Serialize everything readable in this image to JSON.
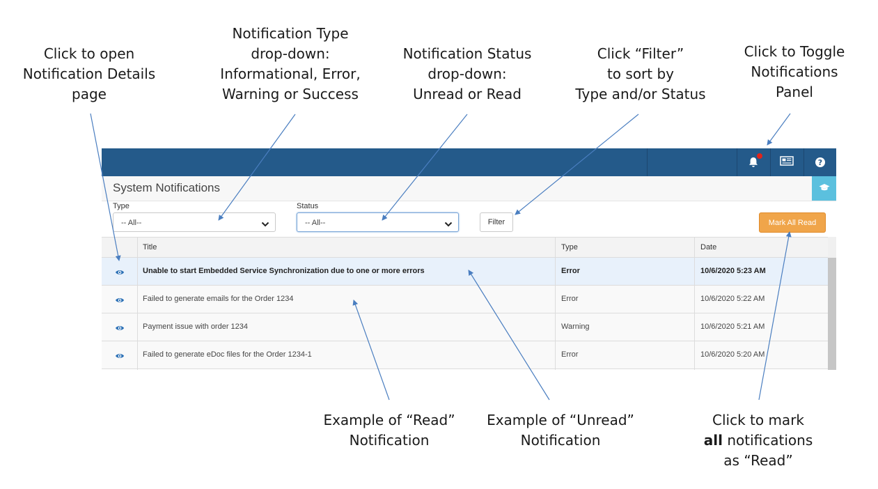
{
  "callouts": {
    "details": [
      "Click to open",
      "Notification Details",
      "page"
    ],
    "type": [
      "Notification Type",
      "drop-down:",
      "Informational, Error,",
      "Warning or Success"
    ],
    "status": [
      "Notification Status",
      "drop-down:",
      "Unread or Read"
    ],
    "filter": [
      "Click “Filter”",
      "to sort by",
      "Type and/or Status"
    ],
    "toggle": [
      "Click to Toggle",
      "Notifications",
      "Panel"
    ],
    "read_example": [
      "Example of “Read”",
      "Notification"
    ],
    "unread_example": [
      "Example of “Unread”",
      "Notification"
    ],
    "mark_all": {
      "pre": "Click to mark",
      "bold": "all",
      "mid": " notifications",
      "post": "as “Read”"
    }
  },
  "topbar": {
    "icons": [
      "bell-icon",
      "news-icon",
      "help-icon"
    ],
    "help_glyph": "?",
    "notification_dot_color": "#e0241b"
  },
  "page": {
    "title": "System Notifications",
    "cap_icon": "graduation-cap-icon"
  },
  "filters": {
    "type_label": "Type",
    "type_value": "-- All--",
    "status_label": "Status",
    "status_value": "-- All--",
    "filter_button": "Filter",
    "mark_all_button": "Mark All Read"
  },
  "table": {
    "columns": [
      "Title",
      "Type",
      "Date"
    ],
    "rows": [
      {
        "title": "Unable to start Embedded Service Synchronization due to one or more errors",
        "type": "Error",
        "date": "10/6/2020 5:23 AM",
        "unread": true
      },
      {
        "title": "Failed to generate emails for the Order 1234",
        "type": "Error",
        "date": "10/6/2020 5:22 AM",
        "unread": false
      },
      {
        "title": "Payment issue with order 1234",
        "type": "Warning",
        "date": "10/6/2020 5:21 AM",
        "unread": false
      },
      {
        "title": "Failed to generate eDoc files for the Order 1234-1",
        "type": "Error",
        "date": "10/6/2020 5:20 AM",
        "unread": false
      }
    ]
  },
  "colors": {
    "header_blue": "#245a8a",
    "accent_orange": "#f0a54a",
    "cap_blue": "#5bc0de",
    "eye_blue": "#2a6fb5",
    "arrow_blue": "#4a7ec0"
  }
}
